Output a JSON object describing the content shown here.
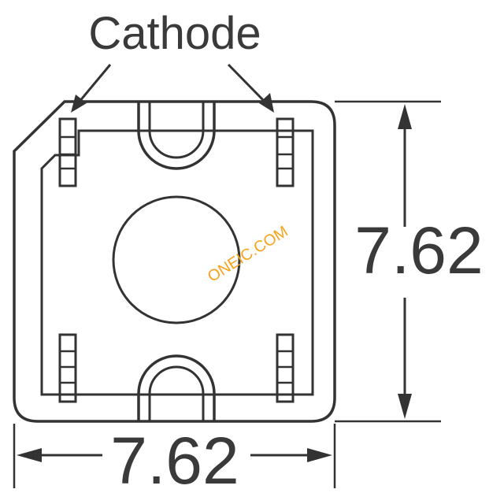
{
  "labels": {
    "cathode": "Cathode",
    "height_dim": "7.62",
    "width_dim": "7.62"
  },
  "watermark": "ONEIC.COM",
  "colors": {
    "line": "#333333",
    "text": "#3a3a3a",
    "watermark": "#f7a21b",
    "background": "#ffffff"
  }
}
